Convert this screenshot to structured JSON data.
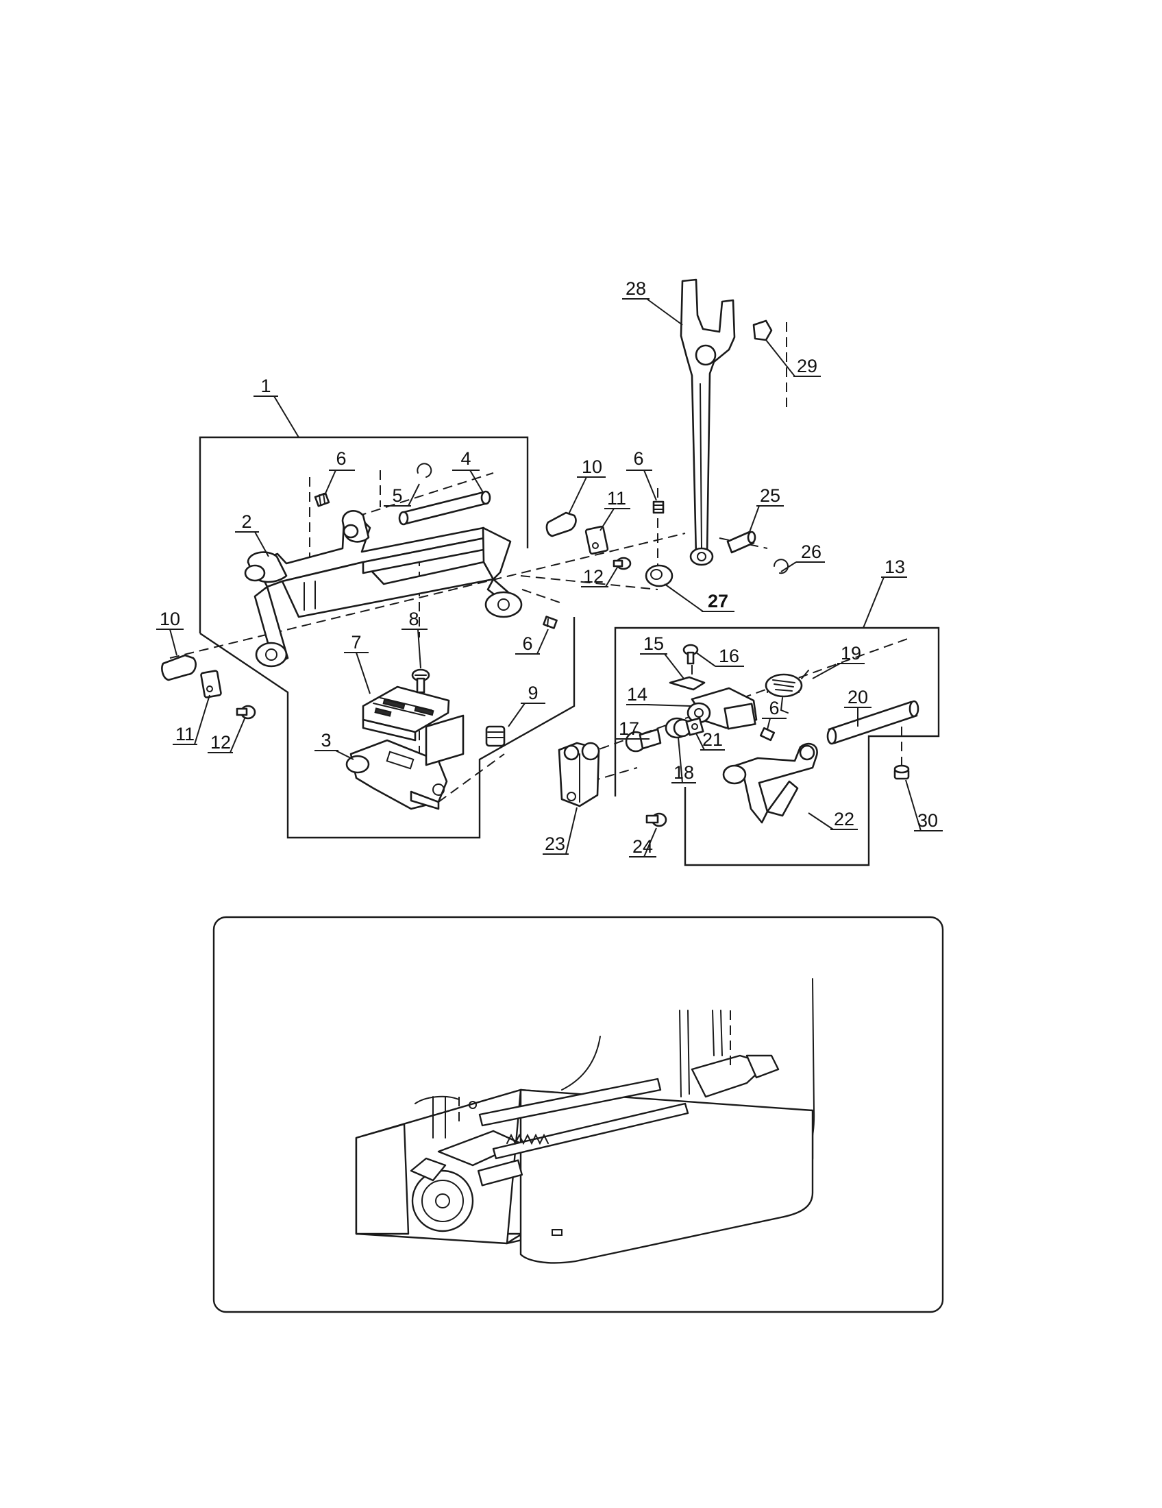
{
  "diagram": {
    "part_labels": [
      "1",
      "2",
      "3",
      "4",
      "5",
      "6",
      "6",
      "6",
      "6",
      "7",
      "8",
      "9",
      "10",
      "10",
      "11",
      "11",
      "12",
      "12",
      "13",
      "14",
      "15",
      "16",
      "17",
      "18",
      "19",
      "20",
      "21",
      "22",
      "23",
      "24",
      "25",
      "26",
      "27",
      "28",
      "29",
      "30"
    ]
  },
  "labels": {
    "l1": "1",
    "l2": "2",
    "l3": "3",
    "l4": "4",
    "l5": "5",
    "l6a": "6",
    "l6b": "6",
    "l6c": "6",
    "l6d": "6",
    "l7": "7",
    "l8": "8",
    "l9": "9",
    "l10a": "10",
    "l10b": "10",
    "l11a": "11",
    "l11b": "11",
    "l12a": "12",
    "l12b": "12",
    "l13": "13",
    "l14": "14",
    "l15": "15",
    "l16": "16",
    "l17": "17",
    "l18": "18",
    "l19": "19",
    "l20": "20",
    "l21": "21",
    "l22": "22",
    "l23": "23",
    "l24": "24",
    "l25": "25",
    "l26": "26",
    "l27": "27",
    "l28": "28",
    "l29": "29",
    "l30": "30"
  },
  "colors": {
    "line": "#1a1a1a",
    "paper": "#ffffff"
  }
}
